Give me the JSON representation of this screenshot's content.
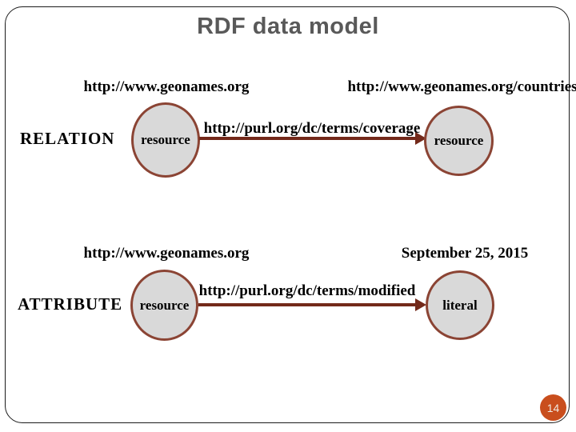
{
  "slide": {
    "title": "RDF data model",
    "page_number": "14"
  },
  "colors": {
    "title_text": "#595959",
    "node_fill": "#D9D9D9",
    "node_border": "#8B4434",
    "arrow": "#73291A",
    "page_badge": "#C94E1D",
    "body_text": "#000000"
  },
  "rows": [
    {
      "label": "RELATION",
      "subject": {
        "uri": "http://www.geonames.org",
        "node_label": "resource"
      },
      "predicate": "http://purl.org/dc/terms/coverage",
      "object": {
        "uri": "http://www.geonames.org/countries",
        "node_label": "resource"
      }
    },
    {
      "label": "ATTRIBUTE",
      "subject": {
        "uri": "http://www.geonames.org",
        "node_label": "resource"
      },
      "predicate": "http://purl.org/dc/terms/modified",
      "object": {
        "uri": "September 25, 2015",
        "node_label": "literal"
      }
    }
  ]
}
